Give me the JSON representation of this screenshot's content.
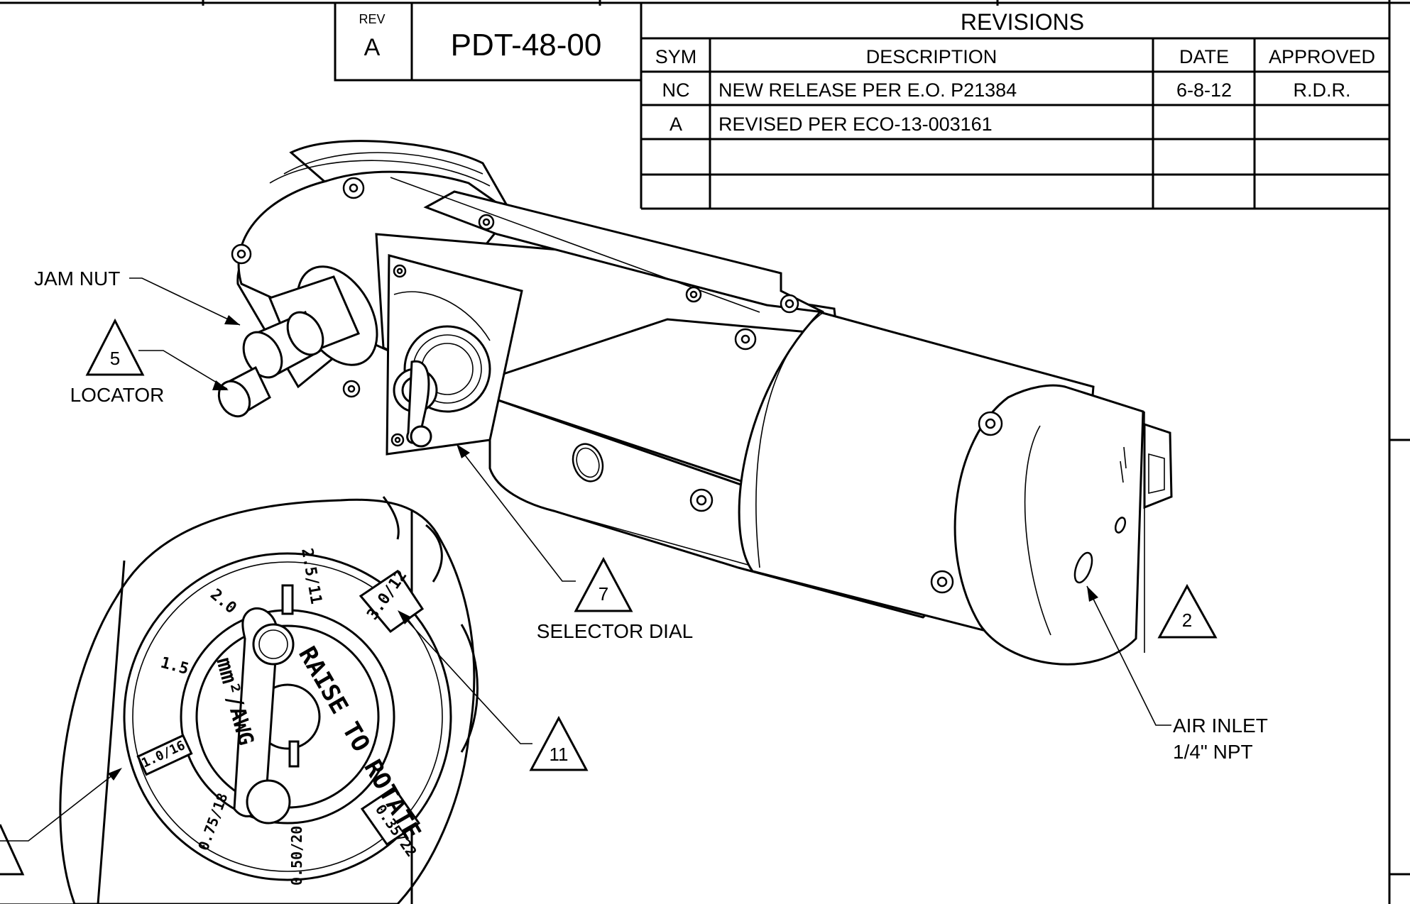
{
  "title_block": {
    "rev_label": "REV",
    "rev_value": "A",
    "part_number": "PDT-48-00"
  },
  "revisions": {
    "title": "REVISIONS",
    "columns": [
      "SYM",
      "DESCRIPTION",
      "DATE",
      "APPROVED"
    ],
    "rows": [
      {
        "sym": "NC",
        "description": "NEW RELEASE PER E.O. P21384",
        "date": "6-8-12",
        "approved": "R.D.R."
      },
      {
        "sym": "A",
        "description": "REVISED PER ECO-13-003161",
        "date": "",
        "approved": ""
      },
      {
        "sym": "",
        "description": "",
        "date": "",
        "approved": ""
      },
      {
        "sym": "",
        "description": "",
        "date": "",
        "approved": ""
      }
    ]
  },
  "callouts": {
    "jam_nut": "JAM NUT",
    "locator_num": "5",
    "locator": "LOCATOR",
    "selector_num": "7",
    "selector": "SELECTOR DIAL",
    "inlet_num": "2",
    "air_inlet_1": "AIR INLET",
    "air_inlet_2": "1/4\" NPT",
    "dial_num": "11"
  },
  "dial_detail": {
    "marks": [
      "2.5/11",
      "3.0/12",
      "2.0",
      "1.5",
      "1.0/16",
      "0.75/18",
      "0.50/20",
      "0.35/22"
    ],
    "units": "mm²/AWG",
    "instruction": "RAISE TO ROTATE"
  }
}
